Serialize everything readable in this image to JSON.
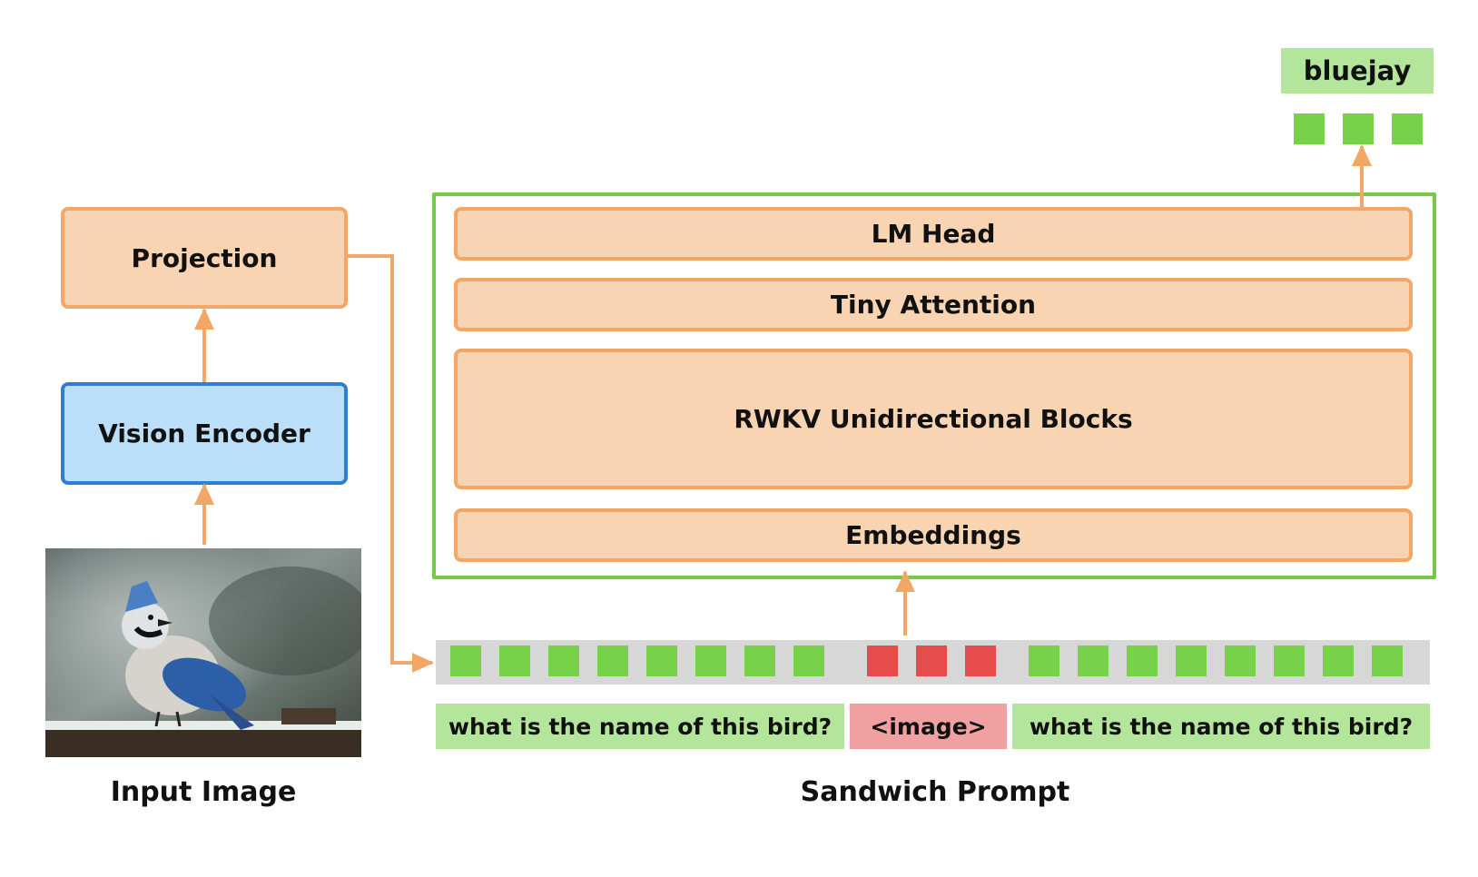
{
  "left": {
    "projection": "Projection",
    "vision_encoder": "Vision Encoder",
    "input_image_caption": "Input Image"
  },
  "model": {
    "lm_head": "LM Head",
    "tiny_attention": "Tiny Attention",
    "rwkv_blocks": "RWKV Unidirectional Blocks",
    "embeddings": "Embeddings"
  },
  "output": {
    "label": "bluejay",
    "token_count": 3
  },
  "prompt": {
    "left_text": "what is the name of this bird?",
    "image_token": "<image>",
    "right_text": "what is the name of this bird?",
    "caption": "Sandwich Prompt"
  },
  "colors": {
    "orange_fill": "#f8d4b3",
    "orange_border": "#f3a766",
    "blue_fill": "#bbdff9",
    "blue_border": "#2f7fd0",
    "green_token": "#77d24a",
    "red_token": "#e64c4c",
    "green_label": "#b3e59a",
    "red_label": "#f0a0a0",
    "model_frame": "#77c84a"
  }
}
